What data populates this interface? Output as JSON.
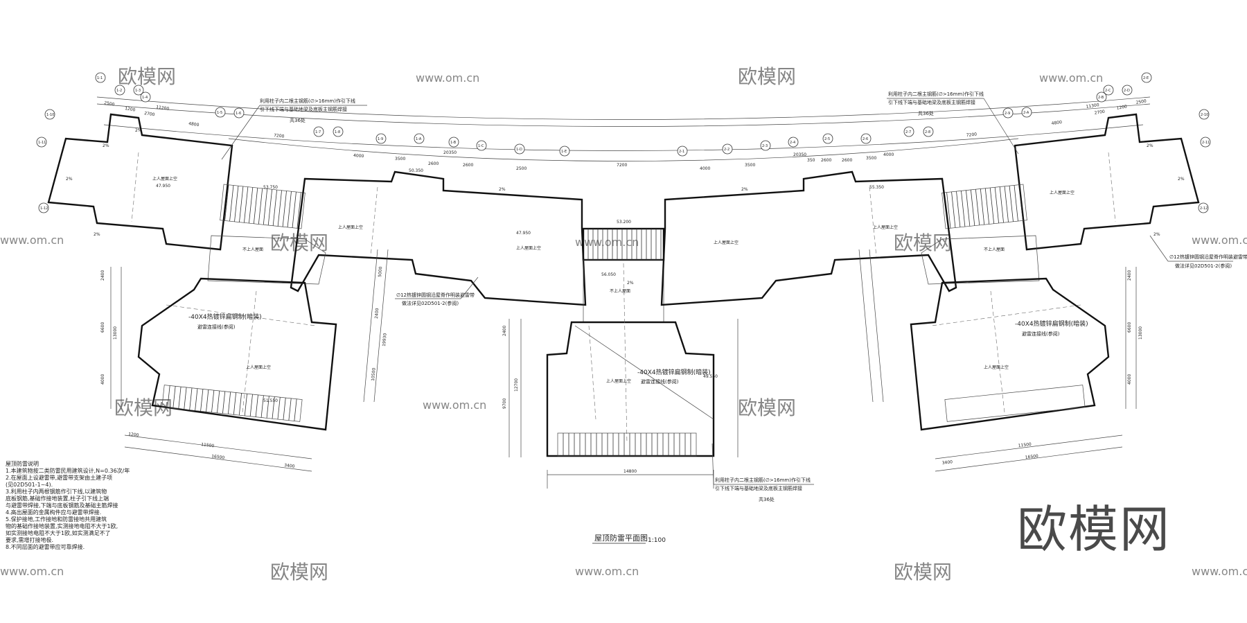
{
  "drawing": {
    "title": "屋顶防雷平面图",
    "scale": "1:100",
    "brand_watermark": "欧模网",
    "watermark_url": "www.om.cn",
    "notes_heading": "屋顶防雷说明",
    "notes": [
      "1.本建筑物按二类防雷民用建筑设计,N=0.36次/年",
      "2.在屋面上设避雷带,避雷带支架由土建子项",
      "(见02D501-1~4).",
      "3.利用柱子内两根钢筋作引下线,以建筑物",
      "底板钢筋,基础作接地装置,柱子引下线上端",
      "与避雷带焊接,下端与底板钢筋及基础主筋焊接",
      "4.高出屋面的金属构件应与避雷带焊接.",
      "5.保护接地,工作接地和防雷接地共用建筑",
      "物的基础作接地装置,实测接地电阻不大于1欧,",
      "如实测接地电阻不大于1欧,如实测满足不了",
      "要求,需增打接地极.",
      "8.不同层面的避雷带应可靠焊接."
    ],
    "annotations": {
      "downlead_left_1": "利用柱子内二根主钢筋(∅>16mm)作引下线",
      "downlead_left_2": "引下线下端与基础地梁及底板主钢筋焊接",
      "count": "共36处",
      "strip_12": "∅12热镀锌圆钢沿屋脊作明装避雷带",
      "strip_12_ref": "做法详见02D501-2(参阅)",
      "steel_40": "-40X4热镀锌扁钢制(暗装)",
      "steel_40_b": "避雷连接线(参阅)",
      "roof_up": "上人屋面上空",
      "roof_noup": "不上人屋面",
      "slope": "2%"
    },
    "dimensions": {
      "top_left": [
        "2500",
        "1200",
        "2700",
        "11200",
        "4800",
        "7200",
        "4000",
        "3500",
        "2600",
        "2600",
        "2500",
        "20350"
      ],
      "top_mid": [
        "7200",
        "4000",
        "3500",
        "20350",
        "350",
        "2600",
        "2600",
        "3500",
        "4000",
        "7200"
      ],
      "top_right": [
        "2500",
        "1200",
        "2700",
        "11300",
        "4800",
        "7200"
      ],
      "left_vert": [
        "2400",
        "6600",
        "4000",
        "13000"
      ],
      "left_mid_vert": [
        "5000",
        "2400",
        "19930",
        "10500"
      ],
      "center_vert": [
        "2400",
        "12700",
        "9700"
      ],
      "bottom_left": [
        "1200",
        "11500",
        "16500",
        "3400"
      ],
      "bottom_center": [
        "14800"
      ],
      "bottom_right": [
        "3400",
        "11500",
        "16500"
      ],
      "right_vert": [
        "2400",
        "6600",
        "13000",
        "4000"
      ],
      "elevations": [
        "47.950",
        "53.750",
        "56.050",
        "51.550",
        "49.550",
        "50.350",
        "47.950",
        "55.350",
        "53.200"
      ]
    },
    "axis_labels": [
      "1-1",
      "1-2",
      "1-3",
      "1-4",
      "1-5",
      "1-6",
      "1-7",
      "1-8",
      "1-9",
      "1-A",
      "1-B",
      "1-C",
      "1-D",
      "1-E",
      "2-1",
      "2-2",
      "2-3",
      "2-4",
      "2-5",
      "2-6",
      "2-7",
      "2-8",
      "2-9",
      "2-A",
      "2-B",
      "2-C",
      "2-D",
      "2-E",
      "1-10",
      "1-11",
      "1-12",
      "2-10",
      "2-11",
      "2-12"
    ]
  }
}
